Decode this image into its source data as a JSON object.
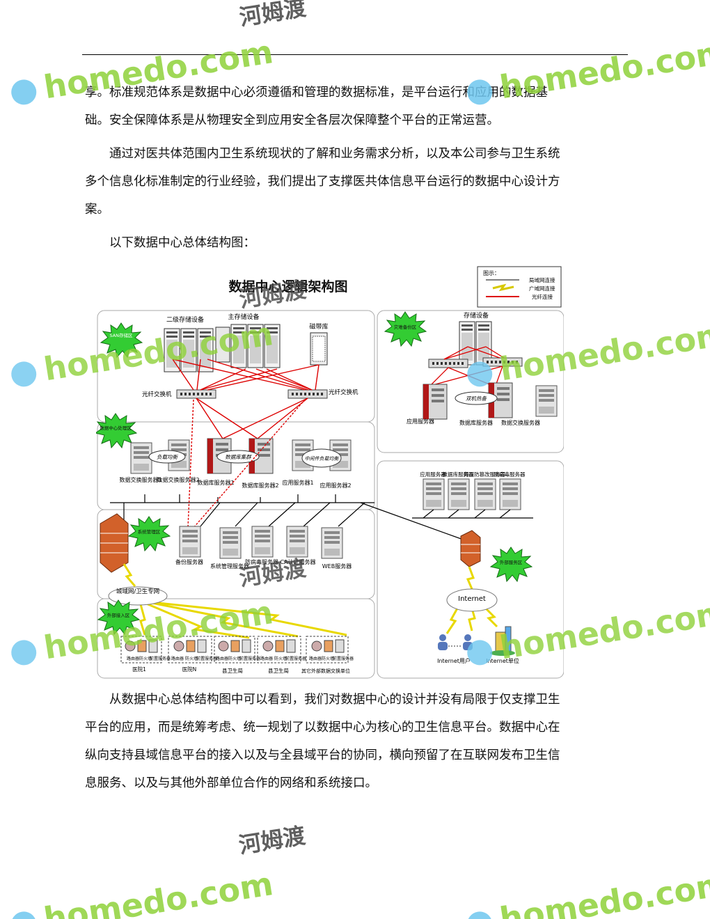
{
  "watermark": {
    "latin": "homedo.com",
    "cjk": "河姆渡"
  },
  "paragraphs": {
    "p1": [
      "享。标准规范体系是数据中心必须遵循和管理的数据标准，是平台运行和应用的数据基",
      "础。安全保障体系是从物理安全到应用安全各层次保障整个平台的正常运营。"
    ],
    "p2": [
      "通过对医共体范围内卫生系统现状的了解和业务需求分析，以及本公司参与卫生系统",
      "多个信息化标准制定的行业经验，我们提出了支撑医共体信息平台运行的数据中心设计方",
      "案。"
    ],
    "p3": [
      "以下数据中心总体结构图："
    ],
    "p4": [
      "从数据中心总体结构图中可以看到，我们对数据中心的设计并没有局限于仅支撑卫生",
      "平台的应用，而是统筹考虑、统一规划了以数据中心为核心的卫生信息平台。数据中心在",
      "纵向支持县域信息平台的接入以及与全县域平台的协同，横向预留了在互联网发布卫生信",
      "息服务、以及与其他外部单位合作的网络和系统接口。"
    ]
  },
  "diagram": {
    "title": "数据中心逻辑架构图",
    "legend": {
      "heading": "图示：",
      "items": [
        "局域网连接",
        "广域网连接",
        "光纤连接"
      ]
    },
    "storage": {
      "secondary": "二级存储设备",
      "primary": "主存储设备",
      "tape": "磁带库",
      "switch_left": "光纤交换机",
      "switch_right": "光纤交换机",
      "san_zone": "SAN存储区"
    },
    "processing": {
      "zone": "数据中心处理区",
      "groups": [
        "负载均衡",
        "数据库集群",
        "中间件负载均衡"
      ],
      "servers": [
        "数据交换服务器1",
        "数据交换服务器2",
        "数据库服务器1",
        "数据库服务器2",
        "应用服务器1",
        "应用服务器2"
      ]
    },
    "management": {
      "zone": "系统管理区",
      "servers": [
        "备份服务器",
        "系统管理服务器",
        "防病毒服务器",
        "CA认证服务器",
        "WEB服务器"
      ]
    },
    "access": {
      "wan": "城域网/卫生专网",
      "zone": "外部接入区",
      "device_labels": [
        "路由器",
        "防火墙",
        "前置服务器"
      ],
      "sites": [
        "医院1",
        "医院N",
        "县卫生局",
        "县卫生局",
        "其它外部数据交换单位"
      ]
    },
    "backup": {
      "zone": "灾难备份区",
      "storage": "存储设备",
      "hot_standby": "双机热备",
      "servers": [
        "应用服务器",
        "数据库服务器",
        "数据交换服务器"
      ]
    },
    "external": {
      "zone": "外部服务区",
      "servers": [
        "应用服务器",
        "数据库服务器",
        "网页防篡改服务器",
        "防病毒服务器"
      ],
      "internet": "Internet",
      "users": [
        "Internet用户",
        "Internet单位"
      ]
    }
  }
}
